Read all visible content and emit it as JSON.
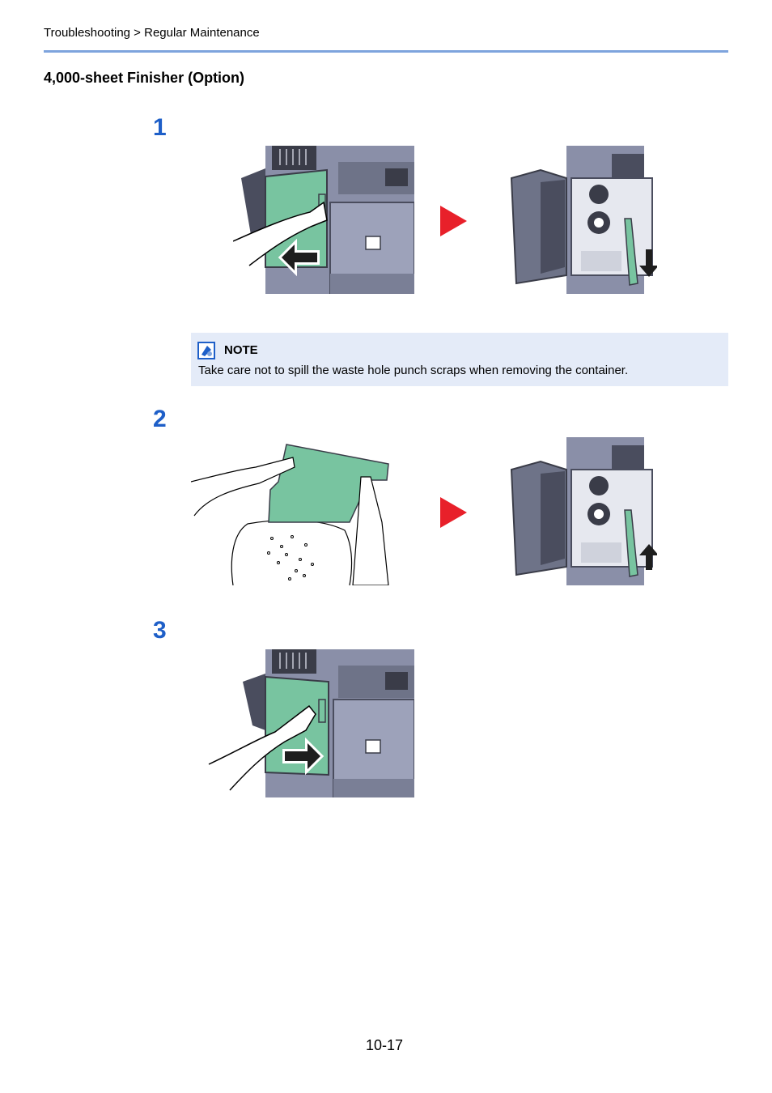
{
  "header": {
    "breadcrumb": "Troubleshooting > Regular Maintenance"
  },
  "section": {
    "title": "4,000-sheet Finisher (Option)"
  },
  "steps": [
    {
      "number": "1"
    },
    {
      "number": "2"
    },
    {
      "number": "3"
    }
  ],
  "note": {
    "label": "NOTE",
    "text": "Take care not to spill the waste hole punch scraps when removing the container."
  },
  "footer": {
    "page_number": "10-17"
  },
  "colors": {
    "accent_blue": "#1e5fc8",
    "rule_blue": "#7ea4dd",
    "note_background": "#e4ebf8",
    "arrow_red": "#e8202a",
    "panel_green": "#78c4a0",
    "machine_gray": "#8a8fa8"
  }
}
